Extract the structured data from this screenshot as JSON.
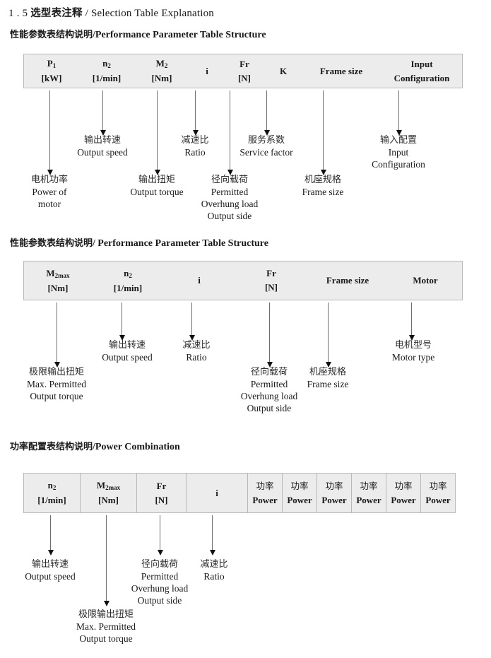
{
  "doc": {
    "section_number": "1 . 5",
    "title_cn": "选型表注释",
    "title_sep": "/",
    "title_en": "Selection Table Explanation"
  },
  "sections": [
    {
      "heading": {
        "cn": "性能参数表结构说明",
        "sep": "/",
        "en": "Performance Parameter Table Structure"
      },
      "table": {
        "columns": [
          {
            "l1": "P",
            "l1_sub": "1",
            "l2": "[kW]"
          },
          {
            "l1": "n",
            "l1_sub": "2",
            "l2": "[1/min]"
          },
          {
            "l1": "M",
            "l1_sub": "2",
            "l2": "[Nm]"
          },
          {
            "l1": "i",
            "l1_sub": "",
            "l2": ""
          },
          {
            "l1": "Fr",
            "l1_sub": "",
            "l2": "[N]"
          },
          {
            "l1": "K",
            "l1_sub": "",
            "l2": ""
          },
          {
            "l1": "Frame size",
            "l1_sub": "",
            "l2": ""
          },
          {
            "l1": "Input",
            "l1_sub": "",
            "l2": "Configuration"
          }
        ]
      },
      "callouts": [
        {
          "cn": "电机功率",
          "en": [
            "Power of",
            "motor"
          ]
        },
        {
          "cn": "输出转速",
          "en": [
            "Output speed"
          ]
        },
        {
          "cn": "输出扭矩",
          "en": [
            "Output torque"
          ]
        },
        {
          "cn": "减速比",
          "en": [
            "Ratio"
          ]
        },
        {
          "cn": "径向载荷",
          "en": [
            "Permitted",
            "Overhung load",
            "Output side"
          ]
        },
        {
          "cn": "服务系数",
          "en": [
            "Service factor"
          ]
        },
        {
          "cn": "机座规格",
          "en": [
            "Frame size"
          ]
        },
        {
          "cn": "输入配置",
          "en": [
            "Input",
            "Configuration"
          ]
        }
      ]
    },
    {
      "heading": {
        "cn": "性能参数表结构说明",
        "sep": "/",
        "en": "Performance Parameter Table Structure"
      },
      "table": {
        "columns": [
          {
            "l1": "M",
            "l1_sub": "2max",
            "l2": "[Nm]"
          },
          {
            "l1": "n",
            "l1_sub": "2",
            "l2": "[1/min]"
          },
          {
            "l1": "i",
            "l1_sub": "",
            "l2": ""
          },
          {
            "l1": "Fr",
            "l1_sub": "",
            "l2": "[N]"
          },
          {
            "l1": "Frame size",
            "l1_sub": "",
            "l2": ""
          },
          {
            "l1": "Motor",
            "l1_sub": "",
            "l2": ""
          }
        ]
      },
      "callouts": [
        {
          "cn": "极限输出扭矩",
          "en": [
            "Max. Permitted",
            "Output  torque"
          ]
        },
        {
          "cn": "输出转速",
          "en": [
            "Output speed"
          ]
        },
        {
          "cn": "减速比",
          "en": [
            "Ratio"
          ]
        },
        {
          "cn": "径向载荷",
          "en": [
            "Permitted",
            "Overhung load",
            "Output side"
          ]
        },
        {
          "cn": "机座规格",
          "en": [
            "Frame size"
          ]
        },
        {
          "cn": "电机型号",
          "en": [
            "Motor type"
          ]
        }
      ]
    },
    {
      "heading": {
        "cn": "功率配置表结构说明",
        "sep": "/",
        "en": "Power Combination"
      },
      "table": {
        "columns": [
          {
            "l1": "n",
            "l1_sub": "2",
            "l2": "[1/min]"
          },
          {
            "l1": "M",
            "l1_sub": "2max",
            "l2": "[Nm]"
          },
          {
            "l1": "Fr",
            "l1_sub": "",
            "l2": "[N]"
          },
          {
            "l1": "i",
            "l1_sub": "",
            "l2": ""
          },
          {
            "l1": "功率",
            "l1_sub": "",
            "l2": "Power"
          },
          {
            "l1": "功率",
            "l1_sub": "",
            "l2": "Power"
          },
          {
            "l1": "功率",
            "l1_sub": "",
            "l2": "Power"
          },
          {
            "l1": "功率",
            "l1_sub": "",
            "l2": "Power"
          },
          {
            "l1": "功率",
            "l1_sub": "",
            "l2": "Power"
          },
          {
            "l1": "功率",
            "l1_sub": "",
            "l2": "Power"
          }
        ]
      },
      "callouts": [
        {
          "cn": "输出转速",
          "en": [
            "Output speed"
          ]
        },
        {
          "cn": "极限输出扭矩",
          "en": [
            "Max. Permitted",
            "Output  torque"
          ]
        },
        {
          "cn": "径向载荷",
          "en": [
            "Permitted",
            "Overhung load",
            "Output side"
          ]
        },
        {
          "cn": "减速比",
          "en": [
            "Ratio"
          ]
        }
      ]
    }
  ]
}
